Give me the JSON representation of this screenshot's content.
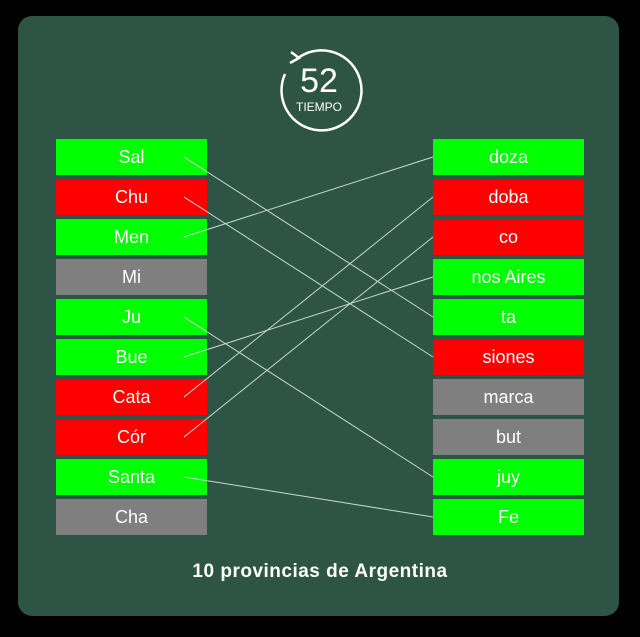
{
  "logo": {
    "number": "52",
    "word": "TIEMPO",
    "icon": "countdown-clock-icon"
  },
  "left_items": [
    {
      "label": "Sal",
      "color": "#00ff00"
    },
    {
      "label": "Chu",
      "color": "#ff0000"
    },
    {
      "label": "Men",
      "color": "#00ff00"
    },
    {
      "label": "Mi",
      "color": "#7f7f7f"
    },
    {
      "label": "Ju",
      "color": "#00ff00"
    },
    {
      "label": "Bue",
      "color": "#00ff00"
    },
    {
      "label": "Cata",
      "color": "#ff0000"
    },
    {
      "label": "Cór",
      "color": "#ff0000"
    },
    {
      "label": "Santa",
      "color": "#00ff00"
    },
    {
      "label": "Cha",
      "color": "#7f7f7f"
    }
  ],
  "right_items": [
    {
      "label": "doza",
      "color": "#00ff00"
    },
    {
      "label": "doba",
      "color": "#ff0000"
    },
    {
      "label": "co",
      "color": "#ff0000"
    },
    {
      "label": "nos Aires",
      "color": "#00ff00"
    },
    {
      "label": "ta",
      "color": "#00ff00"
    },
    {
      "label": "siones",
      "color": "#ff0000"
    },
    {
      "label": "marca",
      "color": "#7f7f7f"
    },
    {
      "label": "but",
      "color": "#7f7f7f"
    },
    {
      "label": "juy",
      "color": "#00ff00"
    },
    {
      "label": "Fe",
      "color": "#00ff00"
    }
  ],
  "connections": [
    [
      0,
      4
    ],
    [
      1,
      5
    ],
    [
      2,
      0
    ],
    [
      4,
      8
    ],
    [
      5,
      3
    ],
    [
      6,
      1
    ],
    [
      7,
      2
    ],
    [
      8,
      9
    ]
  ],
  "footer": "10 provincias de Argentina",
  "colors": {
    "board": "#2e5445",
    "line": "#c8d8d0"
  }
}
